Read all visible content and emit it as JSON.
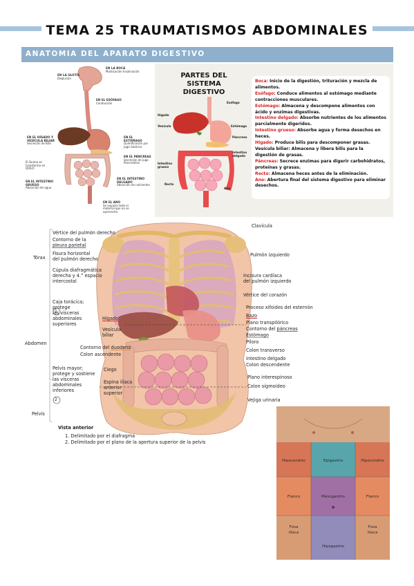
{
  "header": {
    "title": "TEMA 25 TRAUMATISMOS ABDOMINALES",
    "section": "ANATOMIA DEL APARATO DIGESTIVO"
  },
  "diagram1": {
    "labels": [
      {
        "title": "EN LA GLOTIS",
        "desc": "Deglución"
      },
      {
        "title": "EN LA BOCA",
        "desc": "Masticación Insalivación"
      },
      {
        "title": "EN EL ESÓFAGO",
        "desc": "Conducción"
      },
      {
        "title": "EN EL HÍGADO Y VESÍCULA BILIAR",
        "desc": "Secreción de Bilis"
      },
      {
        "title": "EN EL ESTÓMAGO",
        "desc": "Quimificación por jugo Gástrico"
      },
      {
        "title": "EN EL PÁNCREAS",
        "desc": "Secreción de jugo Pancreático"
      },
      {
        "title": "EN EL INTESTINO GRUESO",
        "desc": "Absorción de agua"
      },
      {
        "title": "EN EL INTESTINO DELGADO",
        "desc": "Absorción de nutrientes"
      },
      {
        "title": "EN EL ANO",
        "desc": "Se expulsa todo el material que no se aprovecha"
      }
    ],
    "bolo": "El Quimo se transforma en QUILO"
  },
  "partes": {
    "title": "PARTES DEL SISTEMA DIGESTIVO",
    "figure_labels": [
      "Esófago",
      "Hígado",
      "Vesícula",
      "Estómago",
      "Páncreas",
      "Intestino delgado",
      "Intestino grueso",
      "Recto",
      "Ano"
    ],
    "items": [
      {
        "name": "Boca:",
        "text": "Inicio de la digestión, trituración y mezcla de alimentos."
      },
      {
        "name": "Esófago:",
        "text": "Conduce alimentos al estómago mediante contracciones musculares."
      },
      {
        "name": "Estómago:",
        "text": "Almacena y descompone alimentos con ácido y enzimas digestivas."
      },
      {
        "name": "Intestino delgado:",
        "text": "Absorbe nutrientes de los alimentos parcialmente digeridos."
      },
      {
        "name": "Intestino grueso:",
        "text": "Absorbe agua y forma desechos en heces."
      },
      {
        "name": "Hígado:",
        "text": "Produce bilis para descomponer grasas."
      },
      {
        "name": "",
        "text": "Vesícula biliar: Almacena y libera bilis para la digestión de grasas."
      },
      {
        "name": "Páncreas:",
        "text": "Secrece enzimas para digerir carbohidratos, proteínas y grasas."
      },
      {
        "name": "Recto:",
        "text": "Almacena heces antes de la eliminación."
      },
      {
        "name": "Ano:",
        "text": "Abertura final del sistema digestivo para eliminar desechos."
      }
    ]
  },
  "anatomy": {
    "left_labels": {
      "vertice": "Vértice del pulmón derecho",
      "contorno1": "Contorno de la",
      "contorno2": "pleura parietal",
      "torax": "Tórax",
      "fisura1": "Fisura horizontal",
      "fisura2": "del pulmón derecho",
      "cupula1": "Cúpula diafragmática",
      "cupula2": "derecha y 4.° espacio",
      "cupula3": "intercostal",
      "caja1": "Caja torácica;",
      "caja2": "protege",
      "caja3": "las vísceras",
      "caja4": "abdominales",
      "caja5": "superiores",
      "higado": "Hígado",
      "vesicula1": "Vesícula",
      "vesicula2": "biliar",
      "abdomen": "Abdomen",
      "duodeno": "Contorno del duodeno",
      "colon_asc": "Colon ascendente",
      "pelvis1": "Pelvis mayor;",
      "pelvis2": "protege y sostiene",
      "pelvis3": "las vísceras",
      "pelvis4": "abdominales",
      "pelvis5": "inferiores",
      "ciego": "Ciego",
      "espina1": "Espina ilíaca",
      "espina2": "anterior",
      "espina3": "superior",
      "pelvis": "Pelvis",
      "n1": "1",
      "n2": "2"
    },
    "right_labels": {
      "clavicula": "Clavícula",
      "pulmon_izq": "Pulmón izquierdo",
      "incisura1": "Incisura cardíaca",
      "incisura2": "del pulmón izquierdo",
      "vertice_corazon": "Vértice del corazón",
      "xifoides": "Proceso xifoides del esternón",
      "bazo": "Bazo",
      "transpilorico": "Plano transpilórico",
      "pancreas": "Contorno del páncreas",
      "estomago": "Estómago",
      "piloro": "Píloro",
      "colon_trans": "Colon transverso",
      "intestino": "Intestino delgado",
      "colon_desc": "Colon descendente",
      "interespinoso": "Plano interespinoso",
      "sigmoideo": "Colon sigmoideo",
      "vejiga": "Vejiga urinaria"
    },
    "caption": {
      "title": "Vista anterior",
      "note1": "1. Delimitado por el diafragma",
      "note2": "2. Delimitado por el plano de la apertura superior de la pelvis"
    }
  },
  "regions": {
    "hipocondrio_der": "Hipocondrio",
    "epigastrio": "Epigastrio",
    "hipocondrio_izq": "Hipocondrio",
    "flanco_der": "Flanco",
    "mesogastrio": "Mesogastrio",
    "flanco_izq": "Flanco",
    "fosa_der1": "Fosa",
    "fosa_der2": "ilíaca",
    "fosa_izq1": "Fosa",
    "fosa_izq2": "ilíaca",
    "hipogastrio": "Hipogastrio"
  }
}
